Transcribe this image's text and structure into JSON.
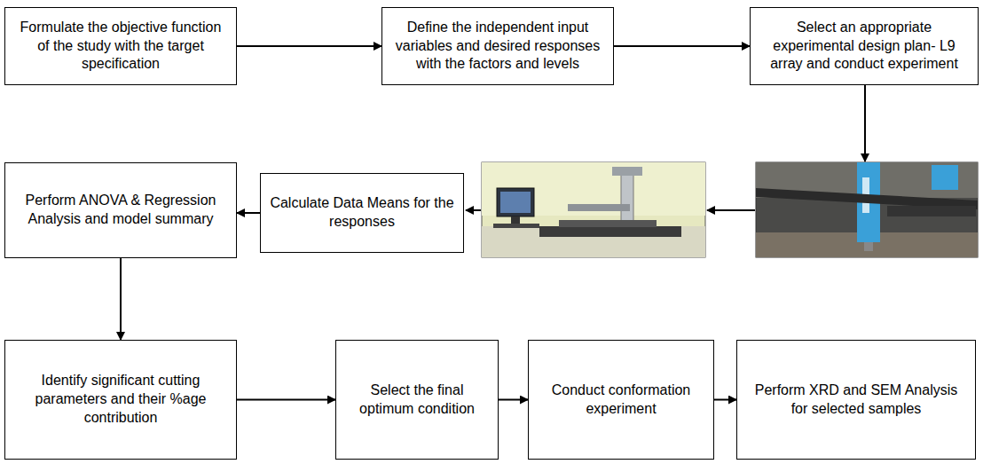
{
  "diagram": {
    "nodes": [
      {
        "text": [
          "Formulate the objective function of the study with the target specification"
        ]
      },
      {
        "text": [
          "Define the independent input variables and desired responses with the factors and levels"
        ]
      },
      {
        "text": [
          "Select an appropriate experimental design plan- L9 array and conduct experiment"
        ]
      },
      {
        "text": [
          "Calculate Data Means for the responses"
        ]
      },
      {
        "text": [
          "Perform ANOVA & Regression Analysis and model summary"
        ]
      },
      {
        "text": [
          "Identify significant cutting parameters and their %age contribution"
        ]
      },
      {
        "text": [
          "Select the final optimum condition"
        ]
      },
      {
        "text": [
          "Conduct conformation experiment"
        ]
      },
      {
        "text": [
          "Perform XRD and SEM Analysis for selected samples"
        ]
      }
    ],
    "edges": [
      {
        "from": 0,
        "to": 1,
        "arrow": "to"
      },
      {
        "from": 1,
        "to": 2,
        "arrow": "to"
      },
      {
        "from": 3,
        "to": 4,
        "arrow": "to"
      },
      {
        "from": 4,
        "to": 5,
        "arrow": "to"
      },
      {
        "from": 5,
        "to": 6,
        "arrow": "to"
      },
      {
        "from": 6,
        "to": 7,
        "arrow": "to"
      },
      {
        "from": 7,
        "to": 8,
        "arrow": "to"
      }
    ]
  }
}
